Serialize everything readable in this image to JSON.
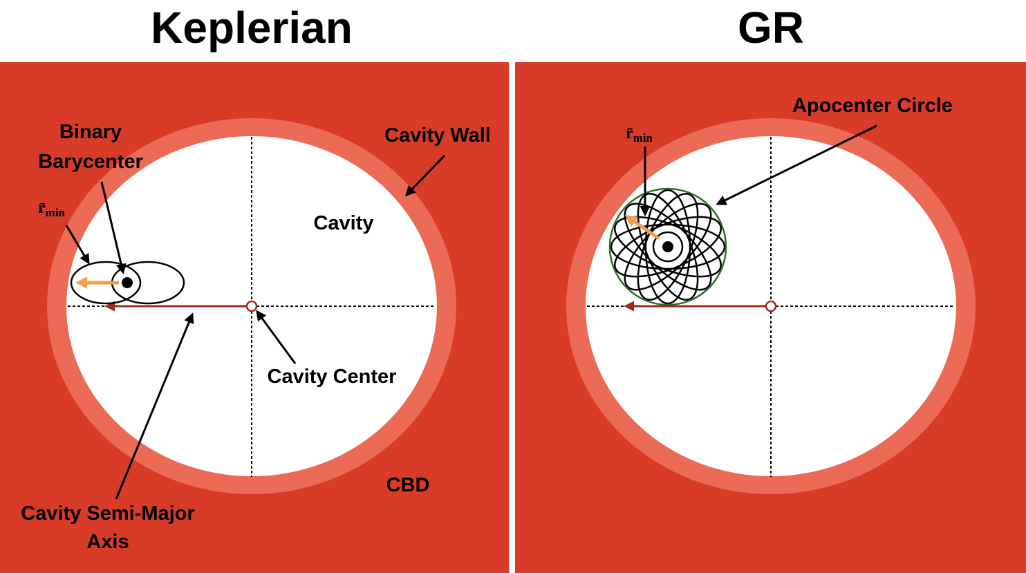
{
  "titles": {
    "left": "Keplerian",
    "right": "GR"
  },
  "labels": {
    "binary_barycenter": [
      "Binary",
      "Barycenter"
    ],
    "cavity_wall": "Cavity Wall",
    "cavity": "Cavity",
    "cavity_center": "Cavity Center",
    "cbd": "CBD",
    "cavity_semi_major_axis": [
      "Cavity Semi-Major",
      "Axis"
    ],
    "apocenter_circle": "Apocenter Circle",
    "r_min": {
      "symbol": "r̄",
      "subscript": "min"
    }
  },
  "colors": {
    "disk": "#d83b27",
    "cavity_wall": "#ec6b56",
    "cavity": "#ffffff",
    "semi_major_axis_arrow": "#9e2a1c",
    "rmin_arrow": "#f0a04a",
    "apocenter_circle": "#2e6b2b",
    "orbit": "#000000",
    "pointer": "#000000"
  }
}
